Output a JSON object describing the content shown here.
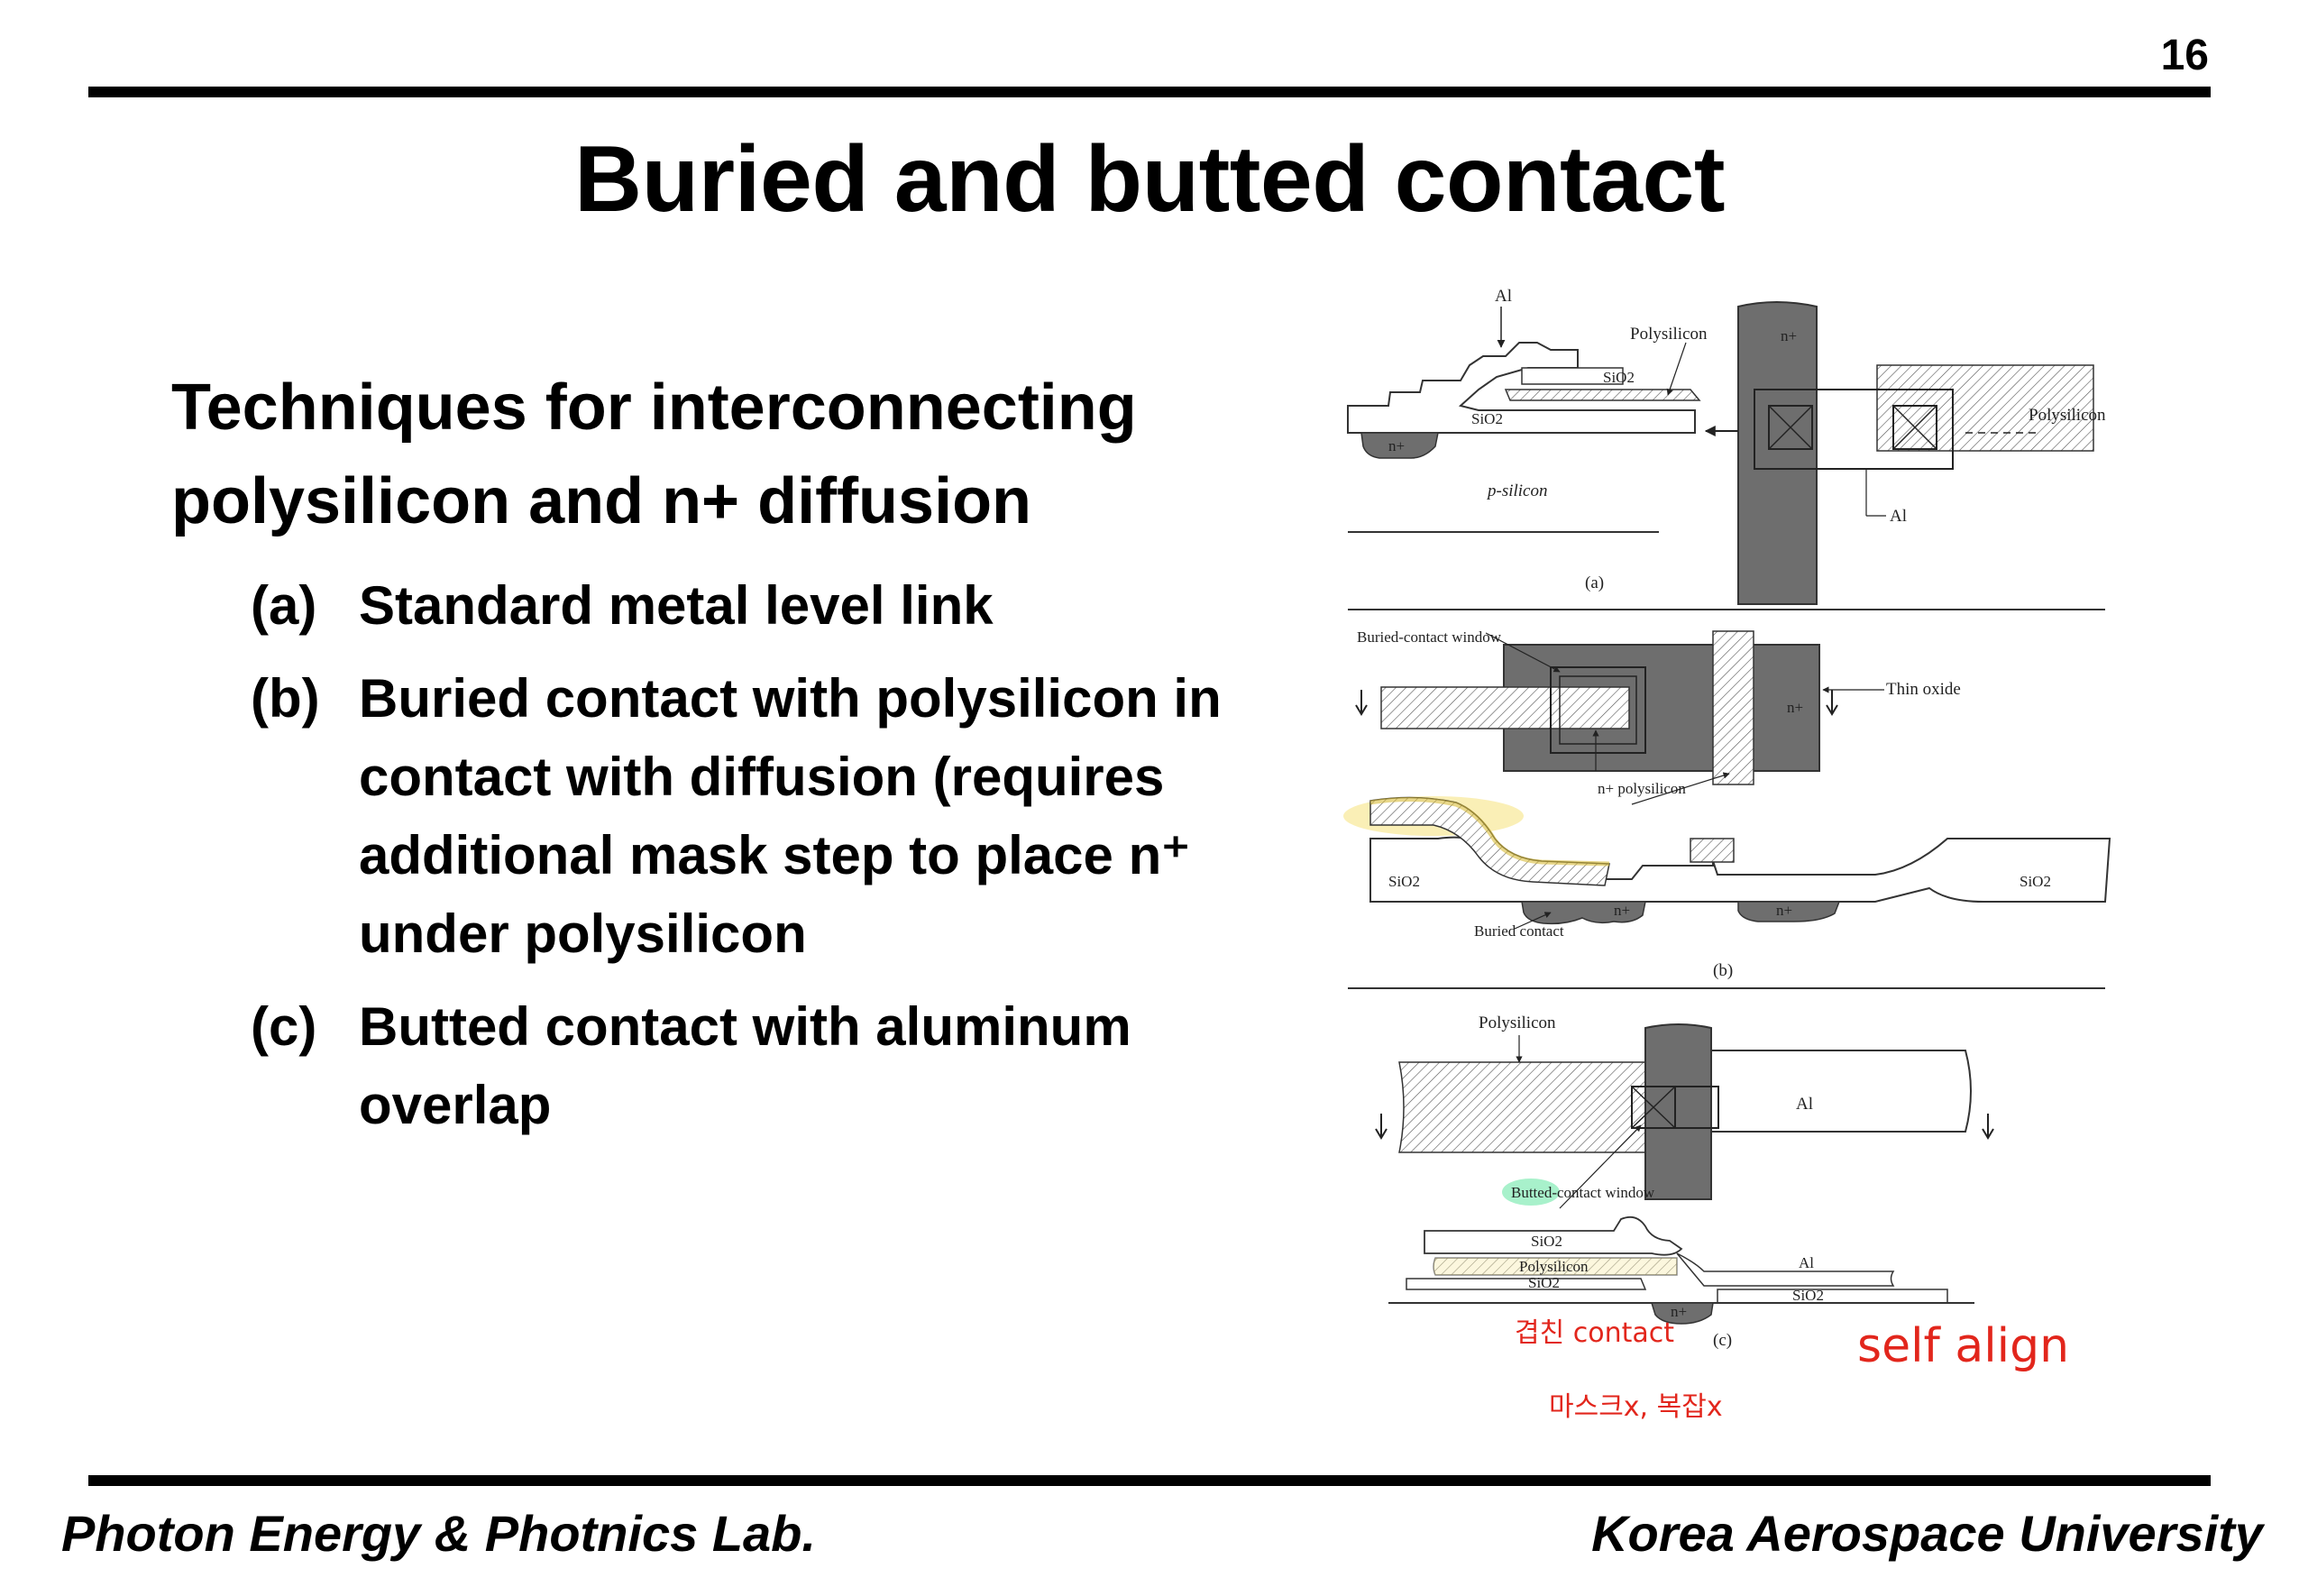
{
  "page_number": "16",
  "title": "Buried and butted contact",
  "intro": "Techniques for interconnecting polysilicon and n+ diffusion",
  "items": [
    {
      "tag": "(a)",
      "text": "Standard metal level link"
    },
    {
      "tag": "(b)",
      "text": "Buried contact with polysilicon in contact with diffusion (requires additional mask step to place n⁺ under polysilicon"
    },
    {
      "tag": "(c)",
      "text": "Butted contact with aluminum overlap"
    }
  ],
  "figure": {
    "a": {
      "caption": "(a)",
      "labels": {
        "al_top": "Al",
        "polysilicon_top": "Polysilicon",
        "sio2_top": "SiO2",
        "sio2_left": "SiO2",
        "n_plus_well": "n+",
        "p_silicon": "p-silicon",
        "n_plus_plan": "n+",
        "polysilicon_plan": "Polysilicon",
        "al_plan": "Al"
      }
    },
    "b": {
      "caption": "(b)",
      "labels": {
        "buried_window": "Buried-contact window",
        "thin_oxide": "Thin oxide",
        "n_plus_plan": "n+",
        "n_plus_poly": "n+ polysilicon",
        "sio2_left": "SiO2",
        "sio2_right": "SiO2",
        "n_plus_1": "n+",
        "n_plus_2": "n+",
        "buried_contact": "Buried contact"
      }
    },
    "c": {
      "caption": "(c)",
      "labels": {
        "polysilicon_top": "Polysilicon",
        "al_plan": "Al",
        "butted_window": "Butted-contact window",
        "sio2_1": "SiO2",
        "polysilicon_sec": "Polysilicon",
        "sio2_2": "SiO2",
        "al_sec": "Al",
        "sio2_3": "SiO2",
        "n_plus": "n+"
      }
    },
    "annotations": {
      "note_contact": "겹친 contact",
      "note_self_align": "self align",
      "note_mask": "마스크x, 복잡x"
    }
  },
  "footer": {
    "left": "Photon Energy & Photnics Lab.",
    "right": "Korea Aerospace University"
  },
  "colors": {
    "text": "#000000",
    "diffusion": "#6e6e6e",
    "handwriting": "#e2261c",
    "highlight_yellow": "#f6e27a",
    "highlight_green": "#3fe08c"
  }
}
